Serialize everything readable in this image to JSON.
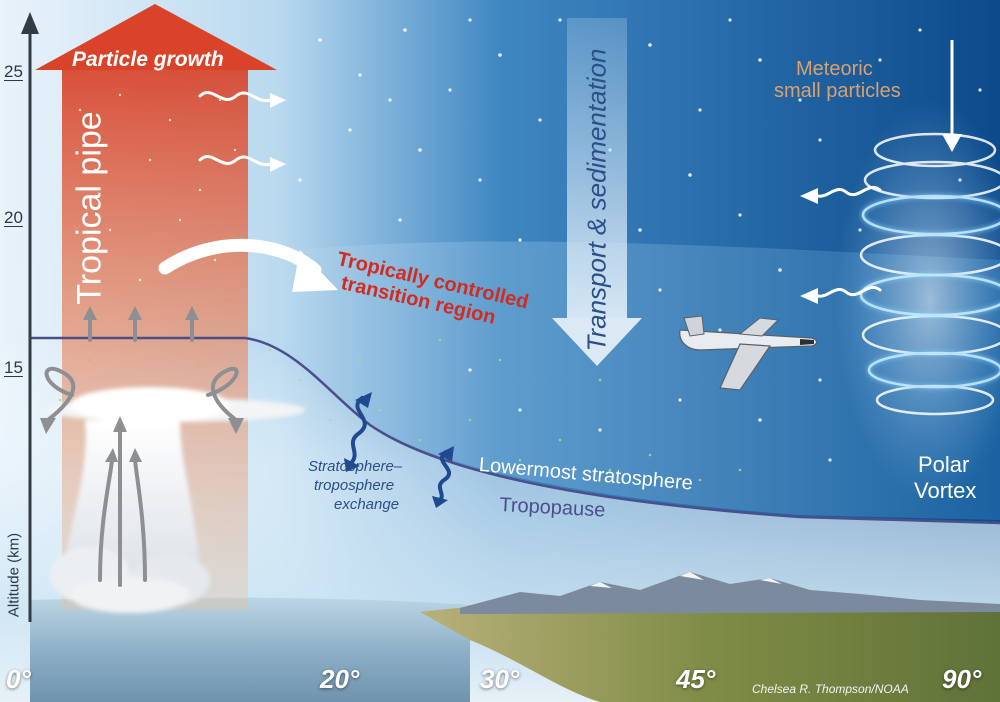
{
  "labels": {
    "particle_growth": "Particle growth",
    "tropical_pipe": "Tropical pipe",
    "transport_sedimentation": "Transport & sedimentation",
    "meteoric_line1": "Meteoric",
    "meteoric_line2": "small particles",
    "tcr_line1": "Tropically controlled",
    "tcr_line2": "transition region",
    "ste_line1": "Stratosphere–",
    "ste_line2": "troposphere",
    "ste_line3": "exchange",
    "lowermost": "Lowermost stratosphere",
    "tropopause": "Tropopause",
    "polar_line1": "Polar",
    "polar_line2": "Vortex",
    "credit": "Chelsea R. Thompson/NOAA"
  },
  "altitude_axis": {
    "title": "Altitude (km)",
    "ticks": [
      "25",
      "20",
      "15"
    ]
  },
  "latitude_axis": {
    "ticks": [
      "0°",
      "20°",
      "30°",
      "45°",
      "90°"
    ]
  },
  "colors": {
    "red_label": "#d42a20",
    "blue_text": "#2b4f86",
    "tropopause_line": "#4a4f8a",
    "meteoric_text": "#d9a070",
    "green_particles": "#a8e07a"
  }
}
